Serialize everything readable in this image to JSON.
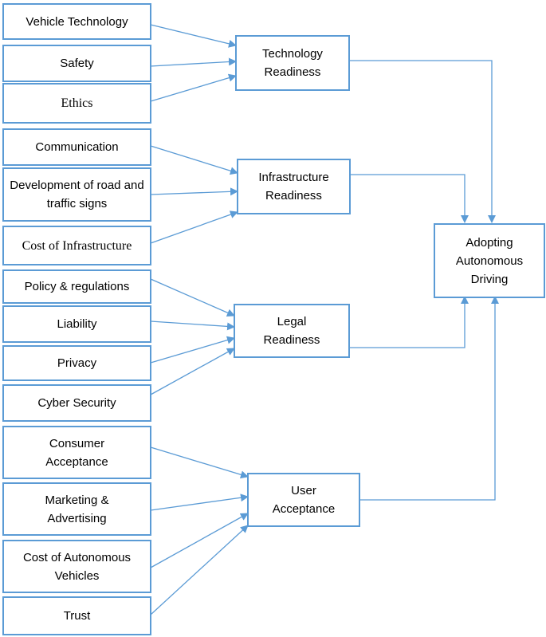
{
  "colors": {
    "line": "#5b9bd5",
    "border": "#5b9bd5",
    "text": "#000000"
  },
  "factors": {
    "vehicle_technology": "Vehicle Technology",
    "safety": "Safety",
    "ethics": "Ethics",
    "communication": "Communication",
    "road_signs": "Development of road and traffic signs",
    "cost_infrastructure": "Cost of Infrastructure",
    "policy": "Policy & regulations",
    "liability": "Liability",
    "privacy": "Privacy",
    "cyber_security": "Cyber Security",
    "consumer_acceptance": "Consumer Acceptance",
    "marketing": "Marketing & Advertising",
    "cost_av": "Cost of Autonomous Vehicles",
    "trust": "Trust"
  },
  "readiness": {
    "technology": "Technology Readiness",
    "infrastructure": "Infrastructure Readiness",
    "legal": "Legal Readiness",
    "user": "User Acceptance"
  },
  "outcome": "Adopting Autonomous Driving"
}
